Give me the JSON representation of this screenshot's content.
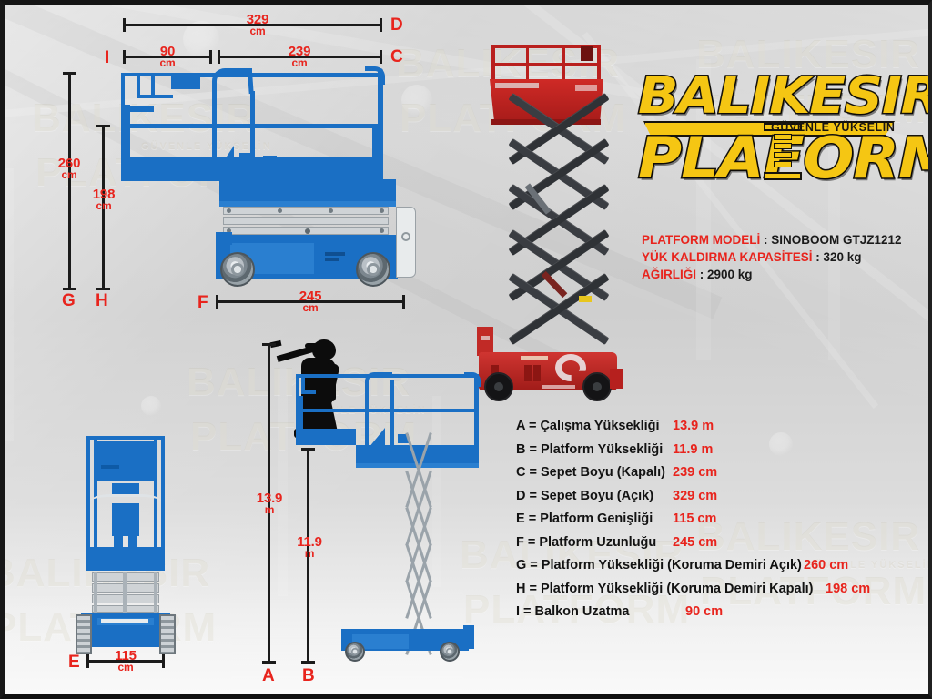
{
  "brand": {
    "name_line1": "BALIKESIR",
    "name_line2": "PLAFORM",
    "name_line2_pre": "PLA",
    "name_line2_post": "FORM",
    "tagline": "GÜVENLE YÜKSELİN",
    "logo_color": "#f5c613",
    "logo_outline": "#16130c"
  },
  "spec": {
    "rows": [
      {
        "key": "PLATFORM MODELİ",
        "sep": " : ",
        "value": "SINOBOOM GTJZ1212"
      },
      {
        "key": "YÜK KALDIRMA KAPASİTESİ",
        "sep": " : ",
        "value": "320 kg"
      },
      {
        "key": "AĞIRLIĞI",
        "sep": " : ",
        "value": "2900 kg"
      }
    ],
    "key_color": "#e8241d",
    "value_color": "#1a1a1a"
  },
  "legend": {
    "items": [
      {
        "code": "A",
        "label": "A = Çalışma Yüksekliği",
        "value": "13.9 m"
      },
      {
        "code": "B",
        "label": "B = Platform Yüksekliği",
        "value": "11.9 m"
      },
      {
        "code": "C",
        "label": "C = Sepet Boyu (Kapalı)",
        "value": "239 cm"
      },
      {
        "code": "D",
        "label": "D = Sepet Boyu (Açık)",
        "value": "329 cm"
      },
      {
        "code": "E",
        "label": "E = Platform Genişliği",
        "value": "115 cm"
      },
      {
        "code": "F",
        "label": "F = Platform Uzunluğu",
        "value": "245 cm"
      },
      {
        "code": "G",
        "label": "G = Platform Yüksekliği (Koruma Demiri Açık)",
        "value": "260 cm"
      },
      {
        "code": "H",
        "label": "H = Platform Yüksekliği (Koruma Demiri Kapalı)",
        "value": "198 cm"
      },
      {
        "code": "I",
        "label": "I = Balkon Uzatma",
        "value": "90 cm"
      }
    ],
    "value_color": "#e8241d",
    "label_color": "#121212"
  },
  "dimensions": {
    "d_top": {
      "letter": "D",
      "value": "329",
      "unit": "cm"
    },
    "i_left": {
      "letter": "I",
      "value": "90",
      "unit": "cm"
    },
    "c_right": {
      "letter": "C",
      "value": "239",
      "unit": "cm"
    },
    "g_left": {
      "letter": "G",
      "value": "260",
      "unit": "cm"
    },
    "h_left": {
      "letter": "H",
      "value": "198",
      "unit": "cm"
    },
    "f_base": {
      "letter": "F",
      "value": "245",
      "unit": "cm"
    },
    "e_front": {
      "letter": "E",
      "value": "115",
      "unit": "cm"
    },
    "a_work": {
      "letter": "A",
      "value": "13.9",
      "unit": "m"
    },
    "b_plat": {
      "letter": "B",
      "value": "11.9",
      "unit": "m"
    },
    "line_color": "#1b1b1b",
    "text_color": "#e8241d"
  },
  "watermark": {
    "line1": "BALIKESIR",
    "line2": "PLATFORM",
    "tagline": "GÜVENLE YÜKSELİN"
  },
  "drawings": {
    "side_view": "scissor-lift-side-view-blue",
    "front_view": "scissor-lift-front-view-blue",
    "extended_view": "scissor-lift-extended-blue",
    "photo": "sinoboom-scissor-lift-red-photo",
    "operator": "operator-silhouette"
  },
  "palette": {
    "drawing_blue": "#1a6fc4",
    "photo_red": "#b9201e",
    "scissor_dark": "#3a3d42",
    "background": "#d2d2d2"
  }
}
